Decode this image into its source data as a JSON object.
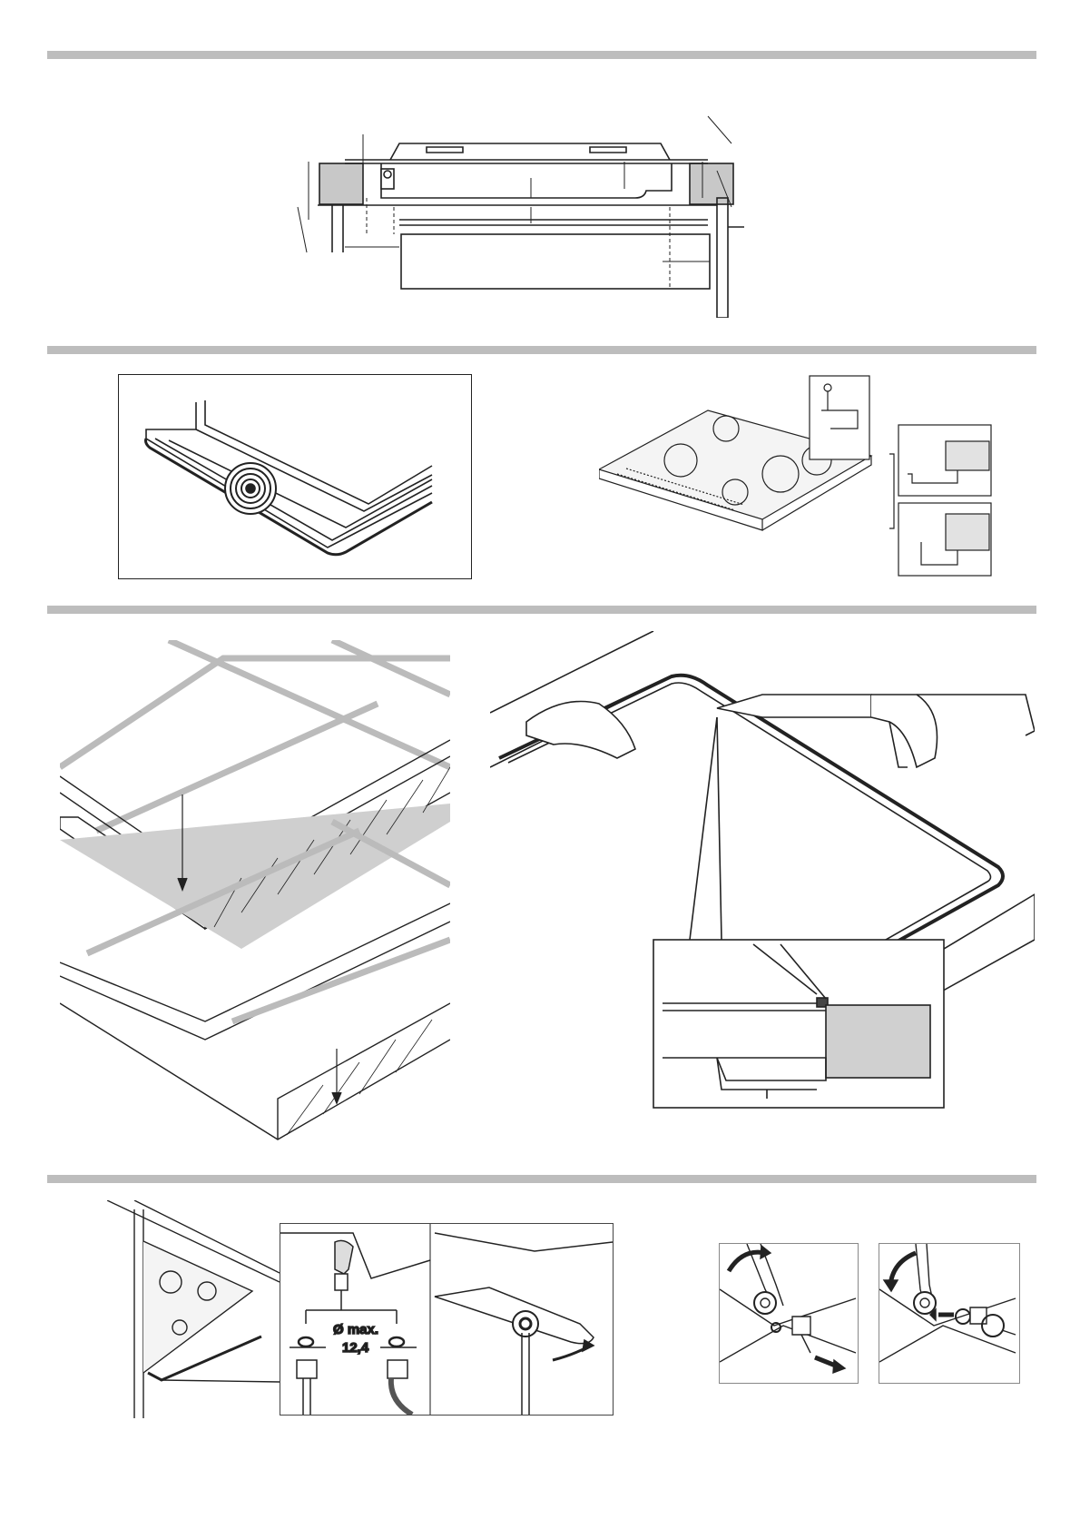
{
  "page": {
    "sections": [
      "installation-dimensions",
      "seal-and-clamps",
      "worktop-and-sealant",
      "gas-connection"
    ]
  },
  "connection_figure": {
    "max_label": "Ø max.",
    "value_label": "12,4"
  }
}
